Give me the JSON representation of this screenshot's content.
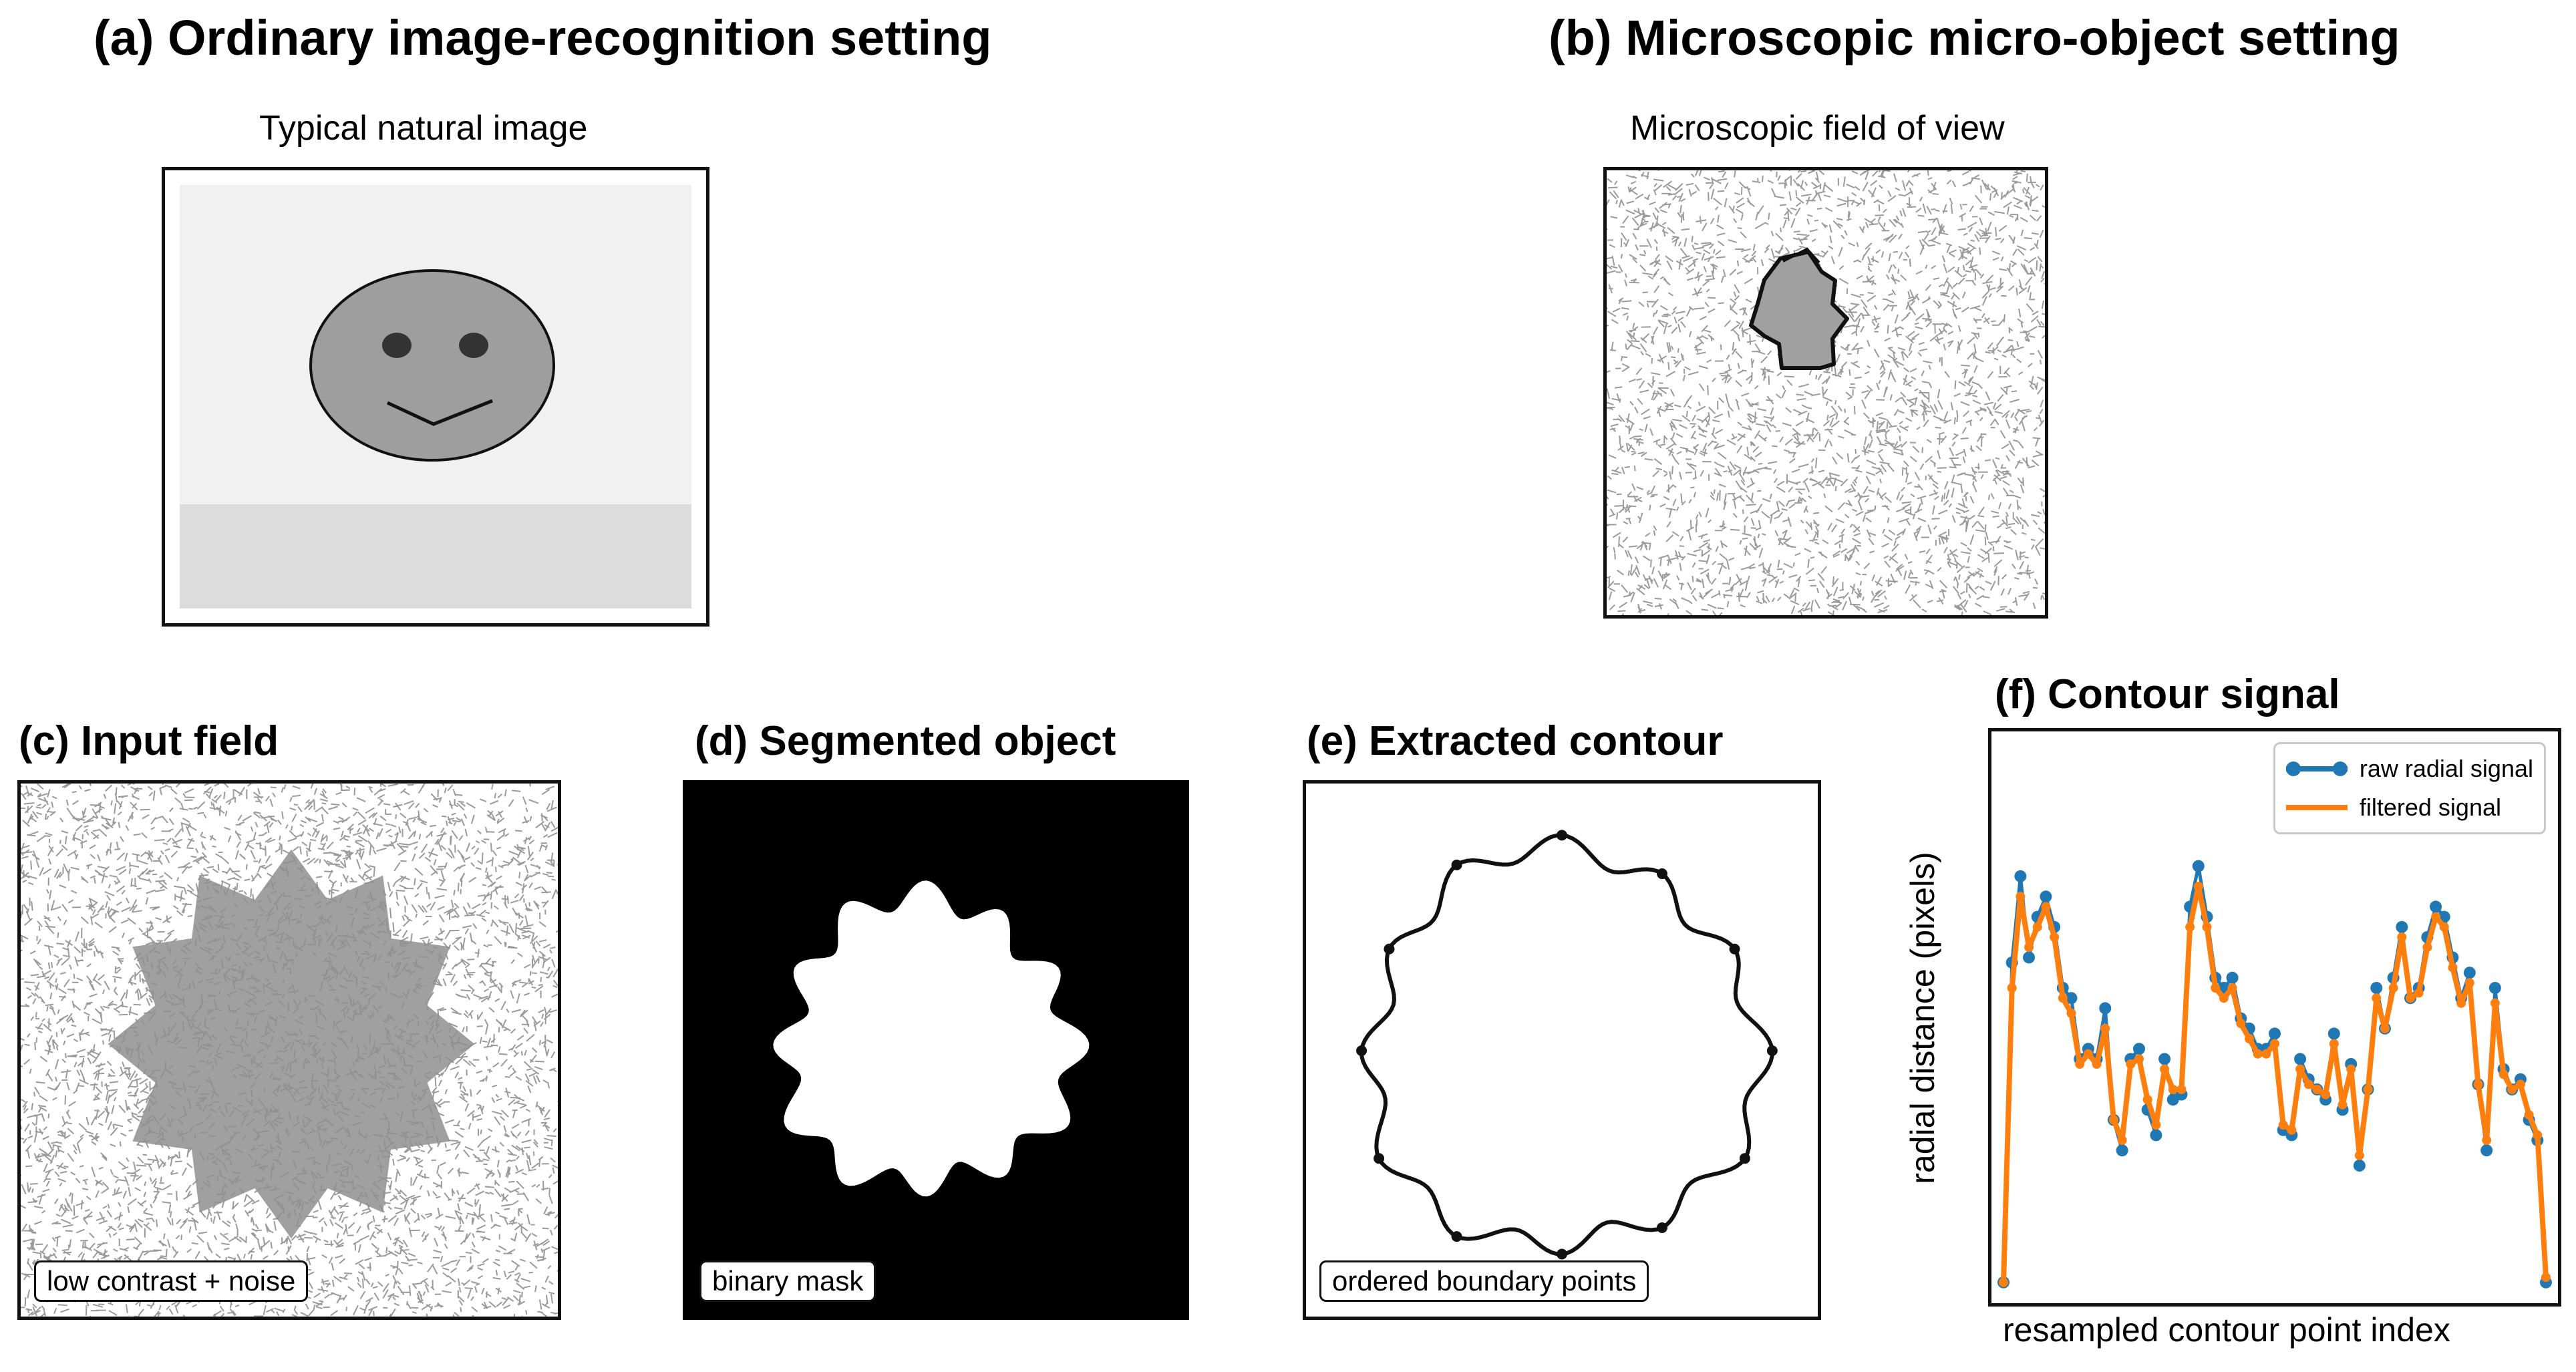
{
  "panels": {
    "a": {
      "title": "(a) Ordinary image-recognition setting",
      "subtitle": "Typical natural image"
    },
    "b": {
      "title": "(b) Microscopic micro-object setting",
      "subtitle": "Microscopic field of view"
    },
    "c": {
      "title": "(c) Input field",
      "tag": "low contrast + noise"
    },
    "d": {
      "title": "(d) Segmented object",
      "tag": "binary mask"
    },
    "e": {
      "title": "(e) Extracted contour",
      "tag": "ordered boundary points"
    },
    "f": {
      "title": "(f) Contour signal"
    }
  },
  "colors": {
    "raw": "#1f77b4",
    "filtered": "#ff7f0e",
    "object_gray": "#9e9e9e",
    "noise_gray": "#9a9a9a"
  },
  "chart_data": {
    "type": "line",
    "xlabel": "resampled contour point index",
    "ylabel": "radial distance (pixels)",
    "legend_position": "top-right",
    "grid": false,
    "x": [
      0,
      1,
      2,
      3,
      4,
      5,
      6,
      7,
      8,
      9,
      10,
      11,
      12,
      13,
      14,
      15,
      16,
      17,
      18,
      19,
      20,
      21,
      22,
      23,
      24,
      25,
      26,
      27,
      28,
      29,
      30,
      31,
      32,
      33,
      34,
      35,
      36,
      37,
      38,
      39,
      40,
      41,
      42,
      43,
      44,
      45,
      46,
      47,
      48,
      49,
      50,
      51,
      52,
      53,
      54,
      55,
      56,
      57,
      58,
      59,
      60,
      61,
      62,
      63,
      64
    ],
    "xlim": [
      0,
      64
    ],
    "ylim": [
      0,
      100
    ],
    "series": [
      {
        "name": "raw radial signal",
        "values": [
          2,
          65,
          82,
          66,
          74,
          78,
          72,
          60,
          58,
          46,
          48,
          46,
          56,
          34,
          28,
          46,
          48,
          36,
          31,
          46,
          38,
          39,
          76,
          84,
          74,
          62,
          60,
          62,
          54,
          52,
          48,
          48,
          51,
          32,
          31,
          46,
          42,
          40,
          38,
          51,
          36,
          45,
          25,
          40,
          60,
          52,
          62,
          72,
          58,
          60,
          70,
          76,
          74,
          66,
          58,
          63,
          41,
          28,
          60,
          44,
          40,
          42,
          34,
          30,
          2
        ]
      },
      {
        "name": "filtered signal",
        "values": [
          2,
          60,
          78,
          68,
          72,
          76,
          70,
          58,
          55,
          45,
          47,
          45,
          52,
          34,
          30,
          45,
          46,
          38,
          33,
          44,
          40,
          40,
          72,
          80,
          72,
          60,
          58,
          60,
          53,
          50,
          47,
          47,
          49,
          33,
          32,
          44,
          41,
          40,
          39,
          49,
          37,
          44,
          27,
          40,
          58,
          52,
          60,
          70,
          58,
          59,
          68,
          74,
          72,
          64,
          57,
          61,
          41,
          30,
          57,
          43,
          40,
          41,
          35,
          31,
          3
        ]
      }
    ]
  }
}
